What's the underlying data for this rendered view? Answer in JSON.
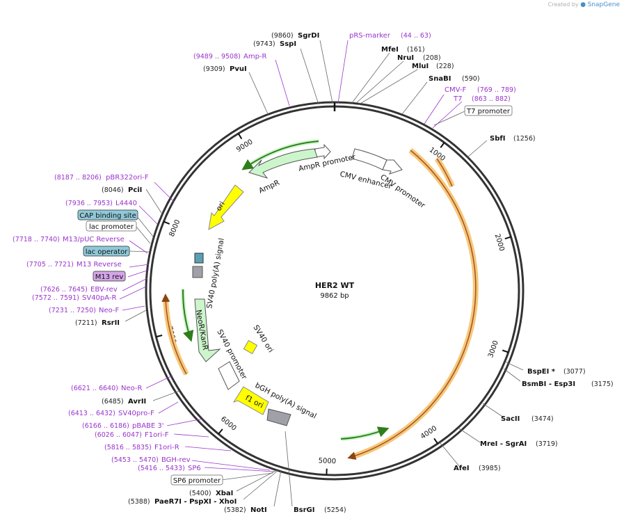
{
  "watermark": {
    "prefix": "Created by",
    "brand": "SnapGene"
  },
  "plasmid": {
    "name": "HER2 WT",
    "length": "9862 bp"
  },
  "ticks": [
    "1000",
    "2000",
    "3000",
    "4000",
    "5000",
    "6000",
    "7000",
    "8000",
    "9000"
  ],
  "enzymes": [
    {
      "name": "SgrDI",
      "pos": "(9860)"
    },
    {
      "name": "SspI",
      "pos": "(9743)"
    },
    {
      "name": "PvuI",
      "pos": "(9309)"
    },
    {
      "name": "MfeI",
      "pos": "(161)"
    },
    {
      "name": "NruI",
      "pos": "(208)"
    },
    {
      "name": "MluI",
      "pos": "(228)"
    },
    {
      "name": "SnaBI",
      "pos": "(590)"
    },
    {
      "name": "SbfI",
      "pos": "(1256)"
    },
    {
      "name": "BspEI *",
      "pos": "(3077)"
    },
    {
      "name": "BsmBI - Esp3I",
      "pos": "(3175)"
    },
    {
      "name": "SacII",
      "pos": "(3474)"
    },
    {
      "name": "MreI - SgrAI",
      "pos": "(3719)"
    },
    {
      "name": "AfeI",
      "pos": "(3985)"
    },
    {
      "name": "BsrGI",
      "pos": "(5254)"
    },
    {
      "name": "NotI",
      "pos": "(5382)"
    },
    {
      "name": "PaeR7I - PspXI - XhoI",
      "pos": "(5388)"
    },
    {
      "name": "XbaI",
      "pos": "(5400)"
    },
    {
      "name": "AvrII",
      "pos": "(6485)"
    },
    {
      "name": "RsrII",
      "pos": "(7211)"
    },
    {
      "name": "PciI",
      "pos": "(8046)"
    }
  ],
  "primers": [
    {
      "name": "pRS-marker",
      "pos": "(44 .. 63)"
    },
    {
      "name": "Amp-R",
      "pos": "(9489 .. 9508)"
    },
    {
      "name": "CMV-F",
      "pos": "(769 .. 789)"
    },
    {
      "name": "T7",
      "pos": "(863 .. 882)"
    },
    {
      "name": "pBR322ori-F",
      "pos": "(8187 .. 8206)"
    },
    {
      "name": "L4440",
      "pos": "(7936 .. 7953)"
    },
    {
      "name": "M13/pUC Reverse",
      "pos": "(7718 .. 7740)"
    },
    {
      "name": "M13 Reverse",
      "pos": "(7705 .. 7721)"
    },
    {
      "name": "EBV-rev",
      "pos": "(7626 .. 7645)"
    },
    {
      "name": "SV40pA-R",
      "pos": "(7572 .. 7591)"
    },
    {
      "name": "Neo-F",
      "pos": "(7231 .. 7250)"
    },
    {
      "name": "Neo-R",
      "pos": "(6621 .. 6640)"
    },
    {
      "name": "SV40pro-F",
      "pos": "(6413 .. 6432)"
    },
    {
      "name": "pBABE 3'",
      "pos": "(6166 .. 6186)"
    },
    {
      "name": "F1ori-F",
      "pos": "(6026 .. 6047)"
    },
    {
      "name": "F1ori-R",
      "pos": "(5816 .. 5835)"
    },
    {
      "name": "BGH-rev",
      "pos": "(5453 .. 5470)"
    },
    {
      "name": "SP6",
      "pos": "(5416 .. 5433)"
    }
  ],
  "boxed_features": {
    "t7_promoter": "T7 promoter",
    "cap_binding_site": "CAP binding site",
    "lac_promoter": "lac promoter",
    "lac_operator": "lac operator",
    "m13_rev": "M13 rev",
    "sp6_promoter": "SP6 promoter"
  },
  "features": {
    "ampr_promoter": "AmpR promoter",
    "ampr": "AmpR",
    "cmv_enhancer": "CMV enhancer",
    "cmv_promoter": "CMV promoter",
    "ori": "ori",
    "sv40_polya": "SV40 poly(A) signal",
    "neor_kanr": "NeoR/KanR",
    "sv40_promoter": "SV40 promoter",
    "sv40_ori": "SV40 ori",
    "bgh_polya": "bGH poly(A) signal",
    "f1_ori": "f1 ori"
  },
  "colors": {
    "backbone": "#333333",
    "primer": "#9933cc",
    "orf": "#f0a030",
    "orf_inner": "#a0522d",
    "ampr_fill": "#ccf5cc",
    "ori_fill": "#ffff00",
    "boxed_blue": "#8fc9d9",
    "boxed_purple": "#d4a6e8"
  }
}
